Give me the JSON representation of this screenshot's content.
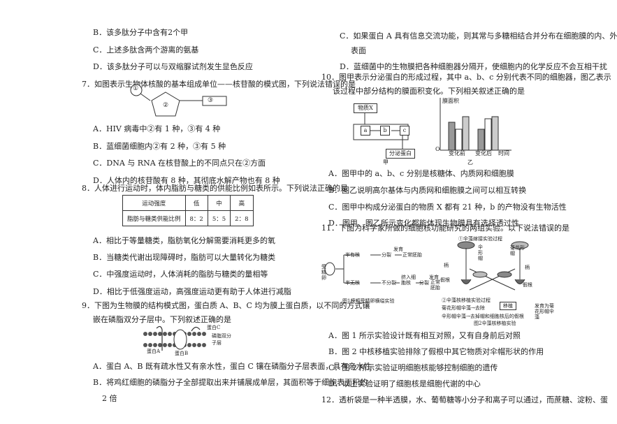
{
  "left": {
    "prev_options": [
      "B．该多肽分子中含有2个甲",
      "C．上述多肽含两个游离的氨基",
      "D．该多肽分子可以与双缩脲试剂发生显色反应"
    ],
    "q7": {
      "stem": "7．如图表示生物体核酸的基本组成单位——核苷酸的模式图，下列说法错误的是",
      "diagram": {
        "circle1": "①",
        "pentagon2": "②",
        "rect3": "③"
      },
      "options": [
        "A．HIV 病毒中②有 1 种，③有 4 种",
        "B．蓝细菌细胞内②有 2 种，③有 5 种",
        "C．DNA 与 RNA 在核苷酸上的不同点只在②方面",
        "D．人体内的核苷酸有 8 种，其彻底水解产物也有 8 种"
      ]
    },
    "q8": {
      "stem": "8．人体进行运动时，体内脂肪与糖类的供能比例如表所示。下列说法正确的是",
      "table": {
        "header": [
          "运动强度",
          "低",
          "中",
          "高"
        ],
        "row": [
          "脂肪与糖类供能比例",
          "8：2",
          "5：5",
          "2：8"
        ]
      },
      "options": [
        "A．相比于等量糖类，脂肪氧化分解需要消耗更多的氧",
        "B．当糖类代谢出现障碍时，脂肪可以大量转化为糖类",
        "C．中强度运动时，人体消耗的脂肪与糖类的量相等",
        "D．相比于低强度运动，高强度运动更有助于人体进行减脂"
      ]
    },
    "q9": {
      "stem_lines": [
        "9．下图为生物膜的结构模式图，蛋白质 A、B、C 均为膜上蛋白质，以不同的方式镶",
        "嵌在磷脂双分子层中。下列叙述正确的是"
      ],
      "diagram_labels": {
        "protein_c": "蛋白C",
        "bilayer": "磷脂双分子层",
        "protein_a": "蛋白A",
        "protein_b": "蛋白B"
      },
      "options": [
        "A．蛋白 A、B 既有疏水性又有亲水性，蛋白 C 镶在磷脂分子层表面，具有亲水性",
        "B．将鸡红细胞的磷脂分子全部提取出来并铺展成单层，其面积等于细胞表面积的",
        "2 倍"
      ]
    }
  },
  "right": {
    "q9_cont": [
      "C．如果蛋白 A 具有信息交流功能，则其常与多糖相结合并分布在细胞膜的内、外",
      "表面",
      "D．蓝细菌中的生物膜把各种细胞器分隔开，使细胞内的化学反应不会互相干扰"
    ],
    "q10": {
      "stem_lines": [
        "10．图甲表示分泌蛋白的形成过程，其中 a、b、c 分别代表不同的细胞器，图乙表示",
        "该过程中部分结构的膜面积变化。下列相关叙述正确的是"
      ],
      "fig_jia": {
        "substance": "物质X",
        "a": "a",
        "b": "b",
        "c": "c",
        "product": "分泌蛋白",
        "caption": "甲"
      },
      "fig_yi": {
        "ylabel": "膜面积",
        "origin": "O",
        "before": "变化前",
        "after": "变化后",
        "time": "时间",
        "caption": "乙"
      },
      "options": [
        "A．图甲中的 a、b、c 分别是核糖体、内质网和细胞膜",
        "B．图乙说明高尔基体与内质网和细胞膜之间可以相互转换",
        "C．图甲中构成分泌蛋白的物质 X 都有 21 种，b 的产物没有生物活性",
        "D．图甲、图乙所示变化都能体现生物膜具有选择透过性"
      ]
    },
    "q11": {
      "stem": "11．下图为科学家所做的细胞核功能研究的两组实验。以下说法错误的是",
      "fig1": {
        "left": "受精卵",
        "half_nucleus": "半有核",
        "half_no_nucleus": "半无核",
        "divide": "分裂",
        "no_divide": "不分裂",
        "develop": "发育",
        "normal_embryo": "正常胚胎",
        "insert_nucleus": "挤入细胞核",
        "caption": "图1蝾螈受精卵横缢实验"
      },
      "fig2": {
        "title": "①伞藻嫁接实验过程",
        "mushroom_a": "伞形帽",
        "mushroom_b": "菊花形帽",
        "stem": "柄",
        "rhizoid": "假根",
        "title2": "②伞藻核移植实验过程",
        "r1": "菊花形帽伞藻→去除",
        "r2": "伞形帽伞藻→去掉帽和细胞核后的假根",
        "transplant": "移植",
        "result": "发育为菊花形帽伞藻",
        "caption": "图2伞藻核移植实验"
      },
      "options": [
        "A．图 1 所示实验设计既有相互对照，又有自身前后对照",
        "B．图 2 中核移植实验排除了假根中其它物质对伞帽形状的作用",
        "C．图 2 所示实验证明细胞核能够控制细胞的遗传",
        "D．以上实验证明了细胞核是细胞代谢的中心"
      ]
    },
    "q12": {
      "stem": "12．透析袋是一种半透膜，水、葡萄糖等小分子和离子可以通过，而蔗糖、淀粉、蛋"
    }
  },
  "colors": {
    "text": "#222222",
    "bar_hatched": "#999999",
    "bar_plain": "#ffffff",
    "line": "#333333"
  }
}
